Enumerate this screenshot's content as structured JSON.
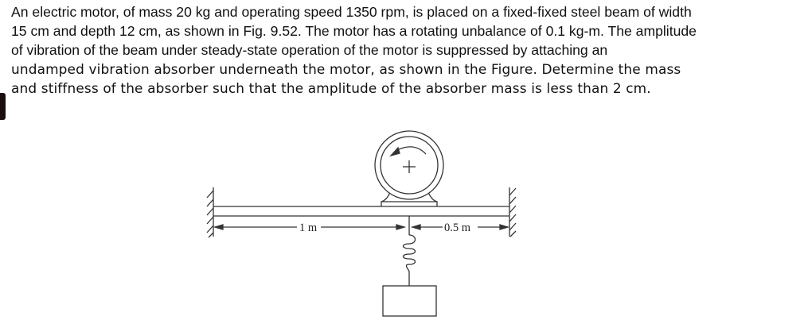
{
  "problem": {
    "lines": [
      "An electric motor, of mass 20 kg and operating speed 1350 rpm, is placed on a fixed-fixed steel beam of width",
      "15 cm and depth 12 cm, as shown in Fig. 9.52. The motor has a rotating unbalance of 0.1 kg-m. The amplitude",
      "of vibration of the beam under steady-state operation of the motor is suppressed by attaching an",
      "undamped vibration absorber underneath the motor, as shown in the Figure. Determine the mass",
      "and stiffness of the absorber such that the amplitude of the absorber mass is less than 2 cm."
    ]
  },
  "figure": {
    "left_span_label": "1 m",
    "right_span_label": "0.5 m",
    "components": [
      "fixed-wall-left",
      "fixed-wall-right",
      "beam",
      "motor-with-rotating-unbalance",
      "spring",
      "absorber-mass"
    ],
    "line_color": "#333333"
  }
}
